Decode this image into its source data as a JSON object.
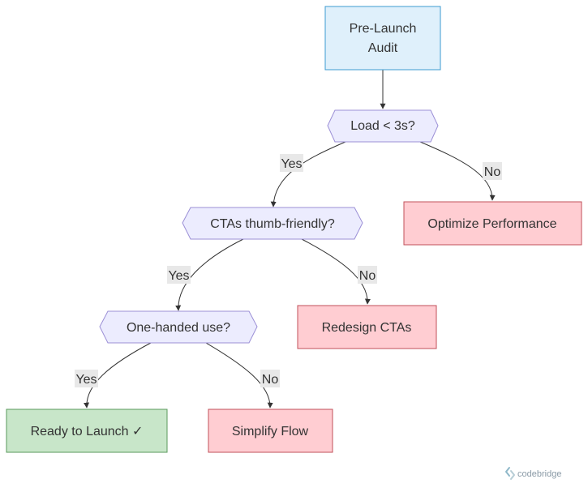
{
  "diagram": {
    "type": "flowchart",
    "colors": {
      "start_fill": "#dff0fb",
      "start_stroke": "#3d9bd0",
      "decision_fill": "#ececfe",
      "decision_stroke": "#9b8fd6",
      "fail_fill": "#ffcdd2",
      "fail_stroke": "#c0505a",
      "success_fill": "#c8e6c9",
      "success_stroke": "#5a9a5c",
      "edge": "#333333",
      "label_bg": "#e8e8e8"
    },
    "nodes": {
      "start": {
        "line1": "Pre-Launch",
        "line2": "Audit"
      },
      "load": {
        "label": "Load < 3s?"
      },
      "optimize": {
        "label": "Optimize Performance"
      },
      "ctas": {
        "label": "CTAs thumb-friendly?"
      },
      "redesign": {
        "label": "Redesign CTAs"
      },
      "onehand": {
        "label": "One-handed use?"
      },
      "ready": {
        "label": "Ready to Launch ✓"
      },
      "simplify": {
        "label": "Simplify Flow"
      }
    },
    "edges": {
      "load_yes": "Yes",
      "load_no": "No",
      "ctas_yes": "Yes",
      "ctas_no": "No",
      "onehand_yes": "Yes",
      "onehand_no": "No"
    }
  },
  "watermark": {
    "text": "codebridge"
  }
}
